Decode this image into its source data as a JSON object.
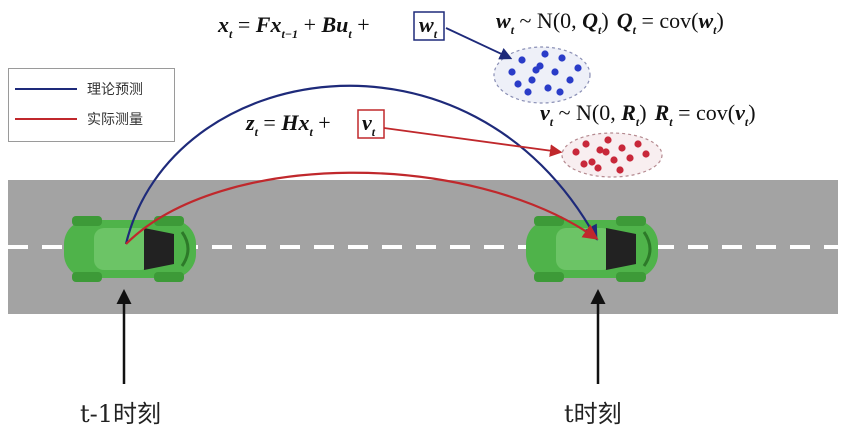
{
  "legend": {
    "items": [
      {
        "label": "理论预测",
        "color": "#1e2a7a"
      },
      {
        "label": "实际测量",
        "color": "#c0282c"
      }
    ]
  },
  "labels": {
    "prev_time": "t-1时刻",
    "curr_time": "t时刻"
  },
  "equations": {
    "state": {
      "lhs": "x",
      "lhs_sub": "t",
      "eq": " = ",
      "F": "Fx",
      "F_sub": "t−1",
      "plus1": " + ",
      "B": "Bu",
      "B_sub": "t",
      "plus2": " + ",
      "noise": "w",
      "noise_sub": "t"
    },
    "measure": {
      "lhs": "z",
      "lhs_sub": "t",
      "eq": " = ",
      "H": "Hx",
      "H_sub": "t",
      "plus": " +",
      "noise": "v",
      "noise_sub": "t"
    },
    "process_noise": {
      "w": "w",
      "w_sub": "t",
      "dist": " ~ N(0, ",
      "Q": "Q",
      "Q_sub": "t",
      "close": ")",
      "cov_lhs": "Q",
      "cov_lhs_sub": "t",
      "cov": " = cov(",
      "cov_arg": "w",
      "cov_arg_sub": "t",
      "cov_close": ")"
    },
    "measure_noise": {
      "v": "v",
      "v_sub": "t",
      "dist": " ~ N(0, ",
      "R": "R",
      "R_sub": "t",
      "close": ")",
      "cov_lhs": "R",
      "cov_lhs_sub": "t",
      "cov": " = cov(",
      "cov_arg": "v",
      "cov_arg_sub": "t",
      "cov_close": ")"
    }
  },
  "colors": {
    "prediction": "#1e2a7a",
    "measurement": "#c0282c",
    "road": "#a3a3a3",
    "car_body": "#4fb34a",
    "blue_dots": "#2a3cc8",
    "red_dots": "#c8283a"
  }
}
